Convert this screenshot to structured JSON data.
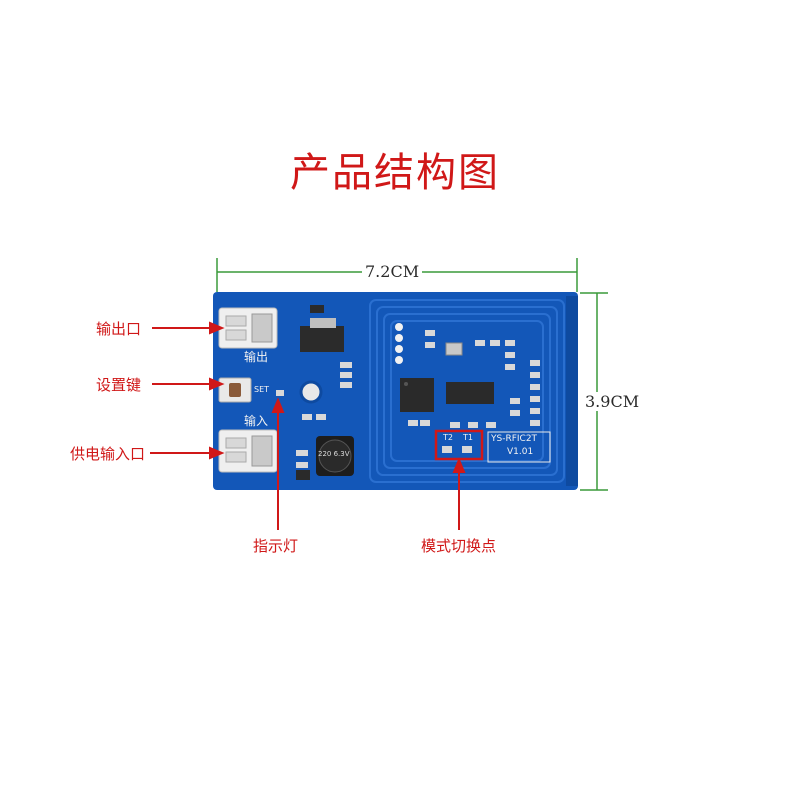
{
  "title": "产品结构图",
  "dimensions": {
    "width": "7.2CM",
    "height": "3.9CM"
  },
  "callouts": {
    "output_port": "输出口",
    "set_key": "设置键",
    "power_input": "供电输入口",
    "indicator": "指示灯",
    "mode_switch": "模式切换点"
  },
  "silkscreen": {
    "output": "输出",
    "input": "输入",
    "set": "SET",
    "model": "YS-RFIC2T",
    "version": "V1.01",
    "t1": "T1",
    "t2": "T2",
    "cap": "220 6.3V"
  },
  "colors": {
    "board": "#1357b8",
    "accent": "#d01818",
    "antenna": "#2a6fd0"
  }
}
